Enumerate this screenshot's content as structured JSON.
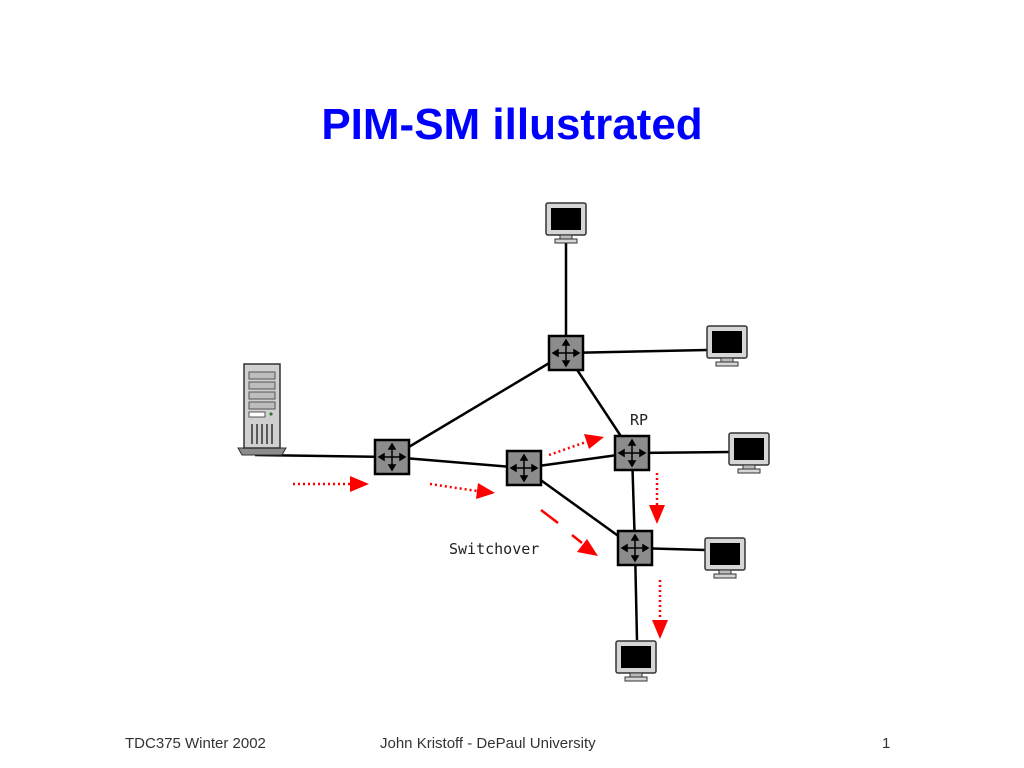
{
  "slide": {
    "title": "PIM-SM illustrated"
  },
  "diagram": {
    "labels": {
      "rp": "RP",
      "switchover": "Switchover"
    },
    "colors": {
      "link": "#000000",
      "router_fill": "#8c8c8c",
      "flow_arrow": "#ff0000"
    }
  },
  "footer": {
    "left": "TDC375 Winter 2002",
    "center": "John Kristoff - DePaul University",
    "right": "1"
  }
}
